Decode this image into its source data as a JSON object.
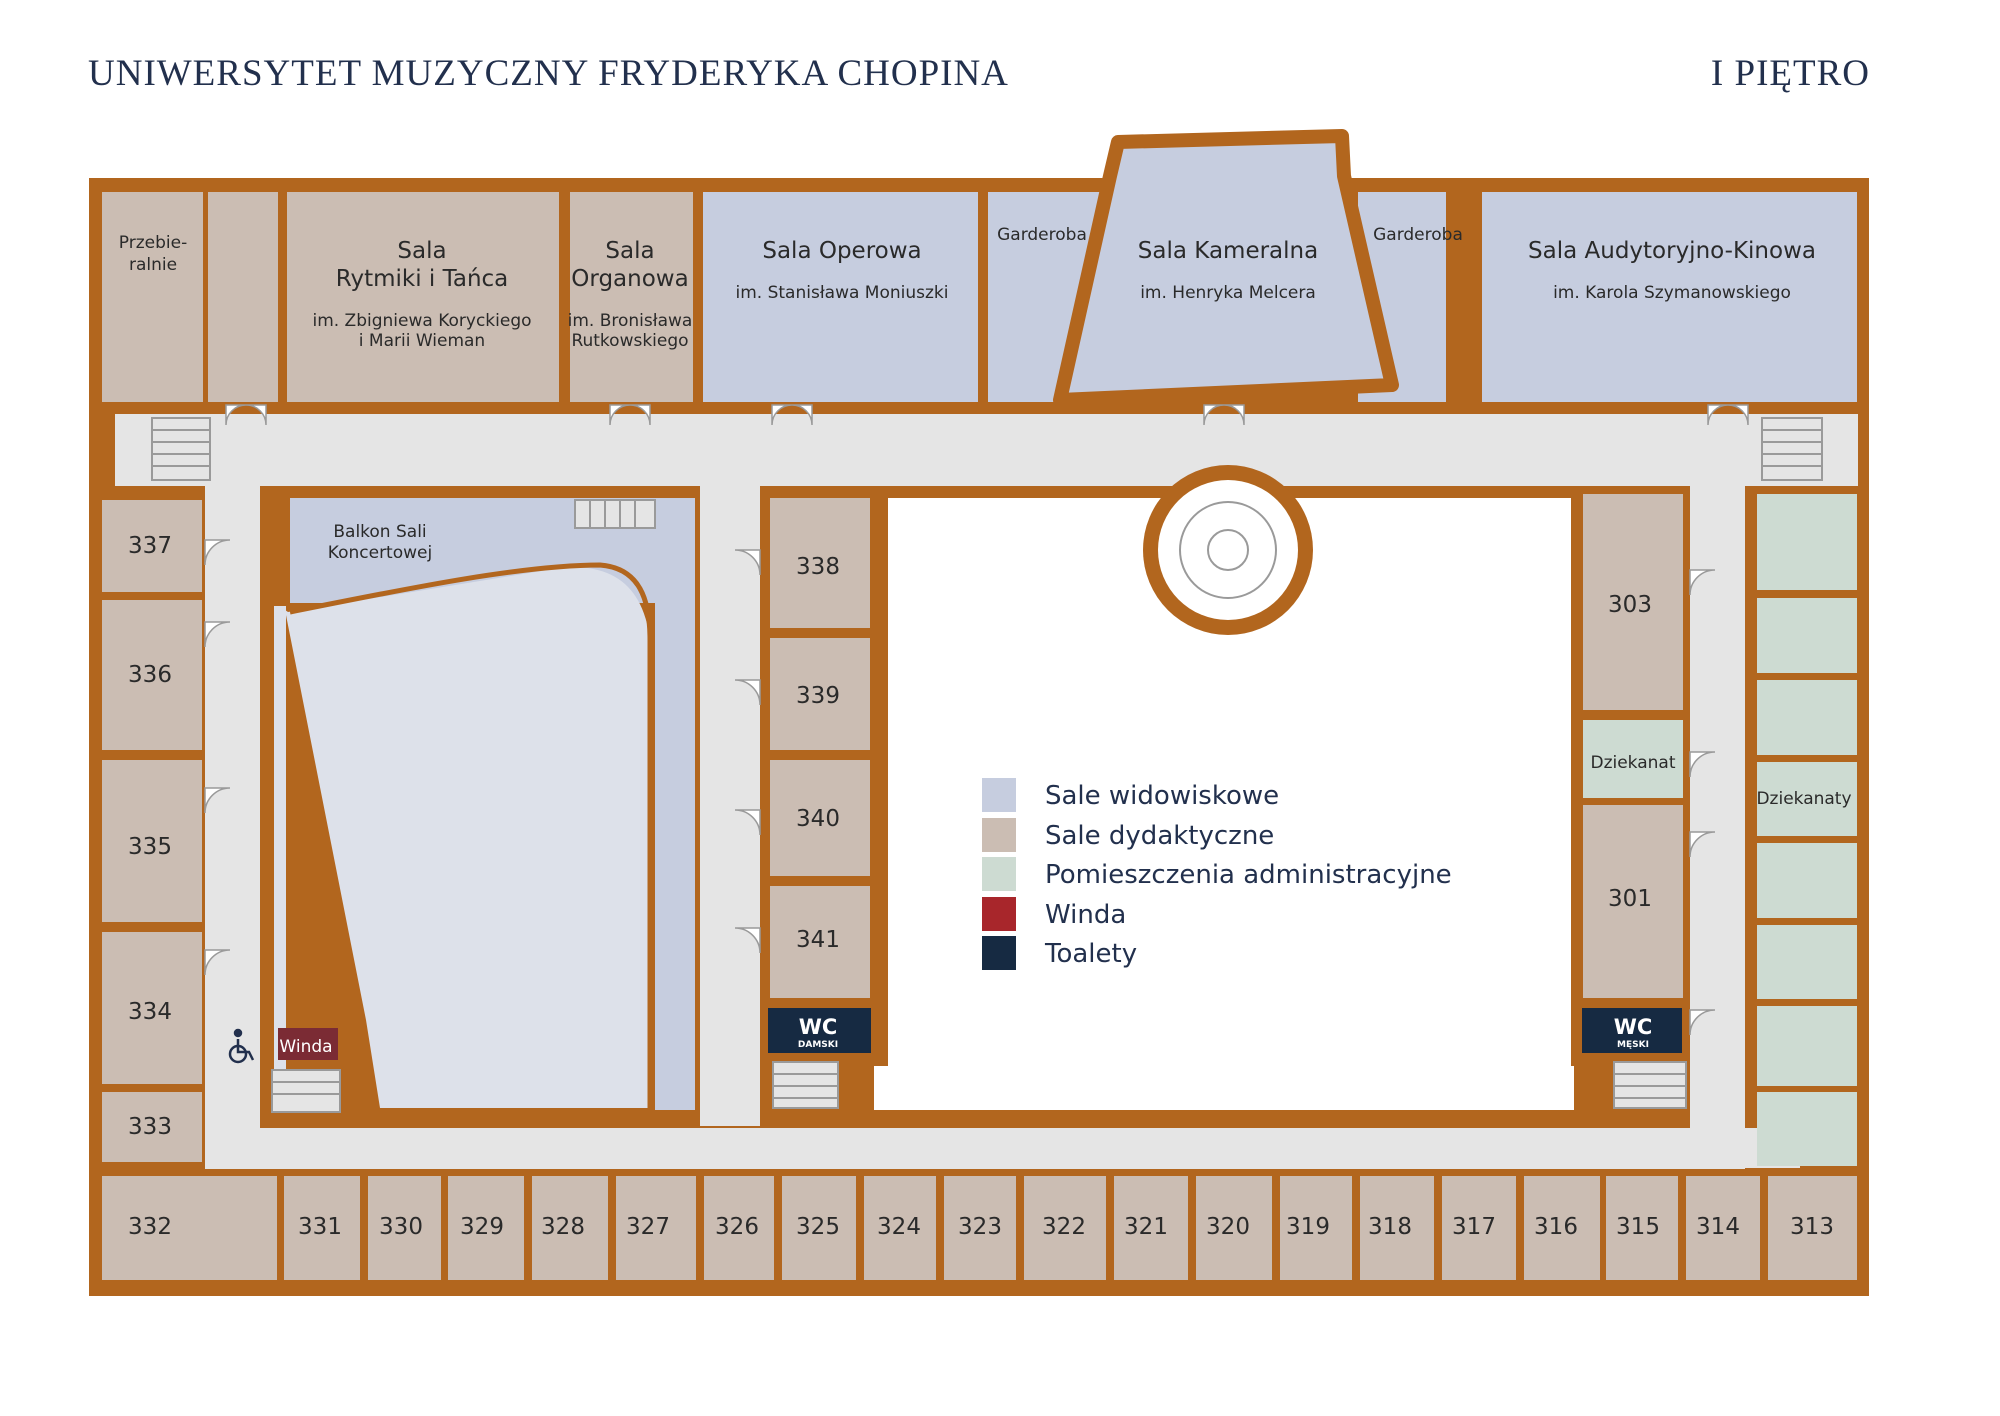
{
  "header": {
    "title": "UNIWERSYTET MUZYCZNY FRYDERYKA CHOPINA",
    "floor": "I PIĘTRO"
  },
  "colors": {
    "wall": "#b2661e",
    "corridor": "#e5e5e5",
    "performance": "#c6cddf",
    "teaching": "#cbbdb3",
    "admin": "#cddbd2",
    "elevator": "#7b2b34",
    "toilet": "#162a42"
  },
  "rooms": {
    "przebieralnie": "Przebie-\nralnie",
    "rytmiki": {
      "line1": "Sala",
      "line2": "Rytmiki i Tańca",
      "sub1": "im. Zbigniewa Koryckiego",
      "sub2": "i Marii Wieman"
    },
    "organowa": {
      "line1": "Sala",
      "line2": "Organowa",
      "sub1": "im. Bronisława",
      "sub2": "Rutkowskiego"
    },
    "operowa": {
      "name": "Sala Operowa",
      "sub": "im. Stanisława Moniuszki"
    },
    "garderoba_left": "Garderoba",
    "kameralna": {
      "name": "Sala Kameralna",
      "sub": "im. Henryka Melcera"
    },
    "garderoba_right": "Garderoba",
    "audytoryjna": {
      "name": "Sala Audytoryjno-Kinowa",
      "sub": "im. Karola Szymanowskiego"
    },
    "balkon": {
      "line1": "Balkon Sali",
      "line2": "Koncertowej"
    },
    "winda": "Winda",
    "dziekanat": "Dziekanat",
    "dziekanaty": "Dziekanaty",
    "wc_damski": {
      "title": "WC",
      "sub": "DAMSKI"
    },
    "wc_meski": {
      "title": "WC",
      "sub": "MĘSKI"
    },
    "left_column": [
      "337",
      "336",
      "335",
      "334",
      "333"
    ],
    "middle_column": [
      "338",
      "339",
      "340",
      "341"
    ],
    "right_column": [
      "303",
      "301"
    ],
    "bottom_row": [
      "332",
      "331",
      "330",
      "329",
      "328",
      "327",
      "326",
      "325",
      "324",
      "323",
      "322",
      "321",
      "320",
      "319",
      "318",
      "317",
      "316",
      "315",
      "314",
      "313"
    ]
  },
  "legend": {
    "items": [
      {
        "label": "Sale widowiskowe",
        "color": "#c6cddf"
      },
      {
        "label": "Sale dydaktyczne",
        "color": "#cbbdb3"
      },
      {
        "label": "Pomieszczenia administracyjne",
        "color": "#cddbd2"
      },
      {
        "label": "Winda",
        "color": "#a8262b"
      },
      {
        "label": "Toalety",
        "color": "#162a42"
      }
    ]
  },
  "icons": {
    "accessibility": "wheelchair-icon",
    "doors": "door-swing-icon",
    "stairs": "stairs-icon"
  }
}
